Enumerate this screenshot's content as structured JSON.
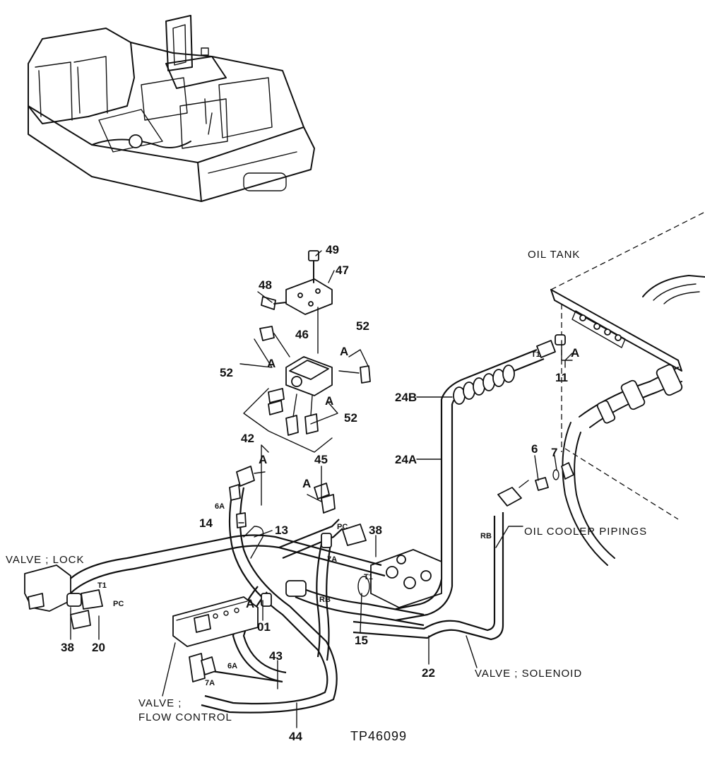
{
  "diagram": {
    "code": "TP46099",
    "captions": {
      "oil_tank": "OIL TANK",
      "oil_cooler": "OIL COOLER PIPINGS",
      "valve_lock": "VALVE ; LOCK",
      "valve_solenoid": "VALVE ; SOLENOID",
      "valve_flow_1": "VALVE ;",
      "valve_flow_2": "FLOW CONTROL"
    },
    "callouts": {
      "p49": "49",
      "p47": "47",
      "p48": "48",
      "p46": "46",
      "p52a": "52",
      "p52b": "52",
      "p52c": "52",
      "p24b": "24B",
      "p24a": "24A",
      "p11": "11",
      "p6": "6",
      "p7": "7",
      "p42": "42",
      "p45": "45",
      "p14": "14",
      "p13": "13",
      "p38a": "38",
      "p38b": "38",
      "p20": "20",
      "p01": "01",
      "p15": "15",
      "p22": "22",
      "p43": "43",
      "p44": "44"
    },
    "small_labels": {
      "a1": "A",
      "a2": "A",
      "a3": "A",
      "a4": "A",
      "a5": "A",
      "a6": "A",
      "a7": "A",
      "t1a": "T1",
      "t1b": "T1",
      "t1c": "T1",
      "pc1": "PC",
      "pc2": "PC",
      "rb1": "RB",
      "rb2": "RB",
      "x6a1": "6A",
      "x6a2": "6A",
      "x7a1": "7A",
      "x7a2": "7A"
    }
  }
}
